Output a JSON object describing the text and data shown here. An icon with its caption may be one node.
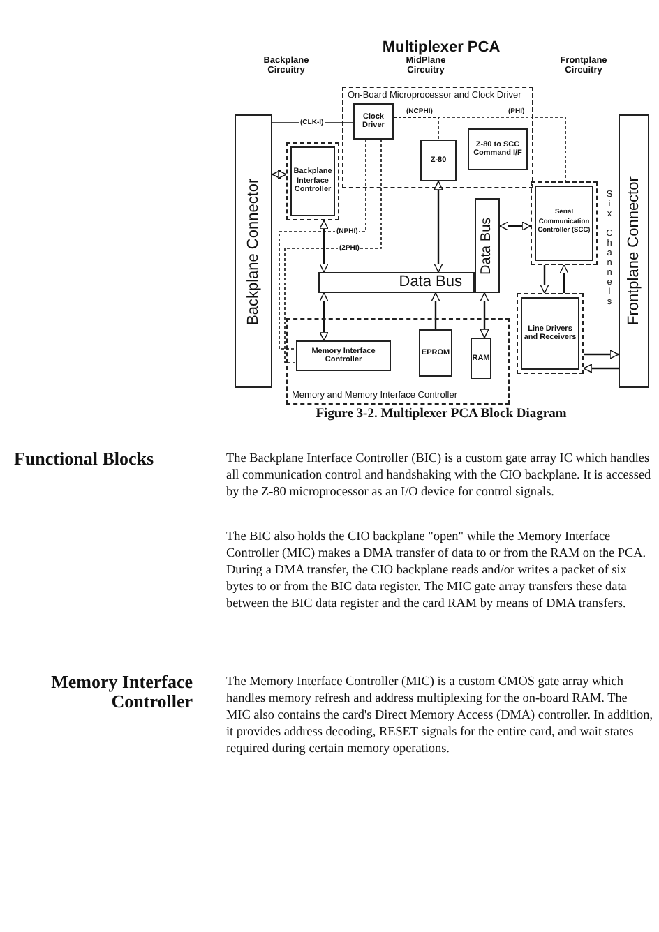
{
  "diagram": {
    "title": "Multiplexer PCA",
    "caption": "Figure 3-2. Multiplexer PCA Block Diagram",
    "nodes": [
      {
        "text": [
          "Backplane Connector"
        ]
      },
      {
        "text": [
          "On-Board Microprocessor and Clock Driver"
        ]
      },
      {
        "text": [
          "Clock Driver"
        ],
        "in": 1
      },
      {
        "text": [
          "Backplane Interface Controller"
        ]
      },
      {
        "text": [
          "Z-80"
        ],
        "in": 1
      },
      {
        "text": [
          "Z-80 to SCC Command I/F"
        ],
        "in": 1
      },
      {
        "text": [
          "Data Bus"
        ]
      },
      {
        "text": [
          "Data Bus"
        ]
      },
      {
        "text": [
          "Serial Communication Controller (SCC)"
        ]
      },
      {
        "text": [
          "Line Drivers and Receivers"
        ]
      },
      {
        "text": [
          "Frontplane Connector"
        ]
      },
      {
        "text": [
          "Memory and Memory Interface Controller"
        ]
      },
      {
        "text": [
          "Memory Interface Controller"
        ],
        "in": 11
      },
      {
        "text": [
          "EPROM"
        ],
        "in": 11
      },
      {
        "text": [
          "RAM"
        ],
        "in": 11
      }
    ],
    "edges": [
      {
        "from": 0,
        "to": 3,
        "arrow": "both"
      },
      {
        "from": 3,
        "to": 6,
        "arrow": "both"
      },
      {
        "from": 4,
        "to": 6,
        "arrow": "both"
      },
      {
        "from": 6,
        "to": 12,
        "arrow": "both"
      },
      {
        "from": 13,
        "to": 6,
        "arrow": "to"
      },
      {
        "from": 6,
        "to": 14,
        "arrow": "both"
      },
      {
        "from": 7,
        "to": 8,
        "arrow": "both"
      },
      {
        "from": 8,
        "to": 9,
        "arrow": "to"
      },
      {
        "from": 9,
        "to": 8,
        "arrow": "to"
      },
      {
        "from": 9,
        "to": 10,
        "arrow": "to"
      },
      {
        "from": 10,
        "to": 9,
        "arrow": "to"
      },
      {
        "from": 0,
        "to": 2,
        "arrow": "none",
        "label": "(CLK-I)"
      },
      {
        "from": 2,
        "to": 4,
        "arrow": "none",
        "style": "dashed",
        "label": "(NCPHI)"
      },
      {
        "from": 2,
        "to": 8,
        "arrow": "none",
        "style": "dashed",
        "label": "(PHI)"
      },
      {
        "from": 2,
        "to": 12,
        "arrow": "none",
        "style": "dashed",
        "label": "(NPHI)"
      },
      {
        "from": 2,
        "to": 12,
        "arrow": "none",
        "style": "dashed",
        "label": "(2PHI)"
      }
    ],
    "labels": [
      "Backplane Circuitry",
      "MidPlane Circuitry",
      "Frontplane Circuitry",
      "Six Channels",
      "Functional Blocks",
      "The Backplane Interface Controller (BIC) is a custom gate array IC which handles all communication control and handshaking with the CIO backplane. It is accessed by the Z-80 microprocessor as an I/O device for control signals.",
      "The BIC also holds the CIO backplane \"open\" while the Memory Interface Controller (MIC) makes a DMA transfer of data to or from the RAM on the PCA. During a DMA transfer, the CIO backplane reads and/or writes a packet of six bytes to or from the BIC data register. The MIC gate array transfers these data between the BIC data register and the card RAM by means of DMA transfers.",
      "Memory Interface Controller",
      "The Memory Interface Controller (MIC) is a custom CMOS gate array which handles memory refresh and address multiplexing for the on-board RAM. The MIC also contains the card's Direct Memory Access (DMA) controller. In addition, it provides address decoding, RESET signals for the entire card, and wait states required during certain memory operations."
    ]
  }
}
